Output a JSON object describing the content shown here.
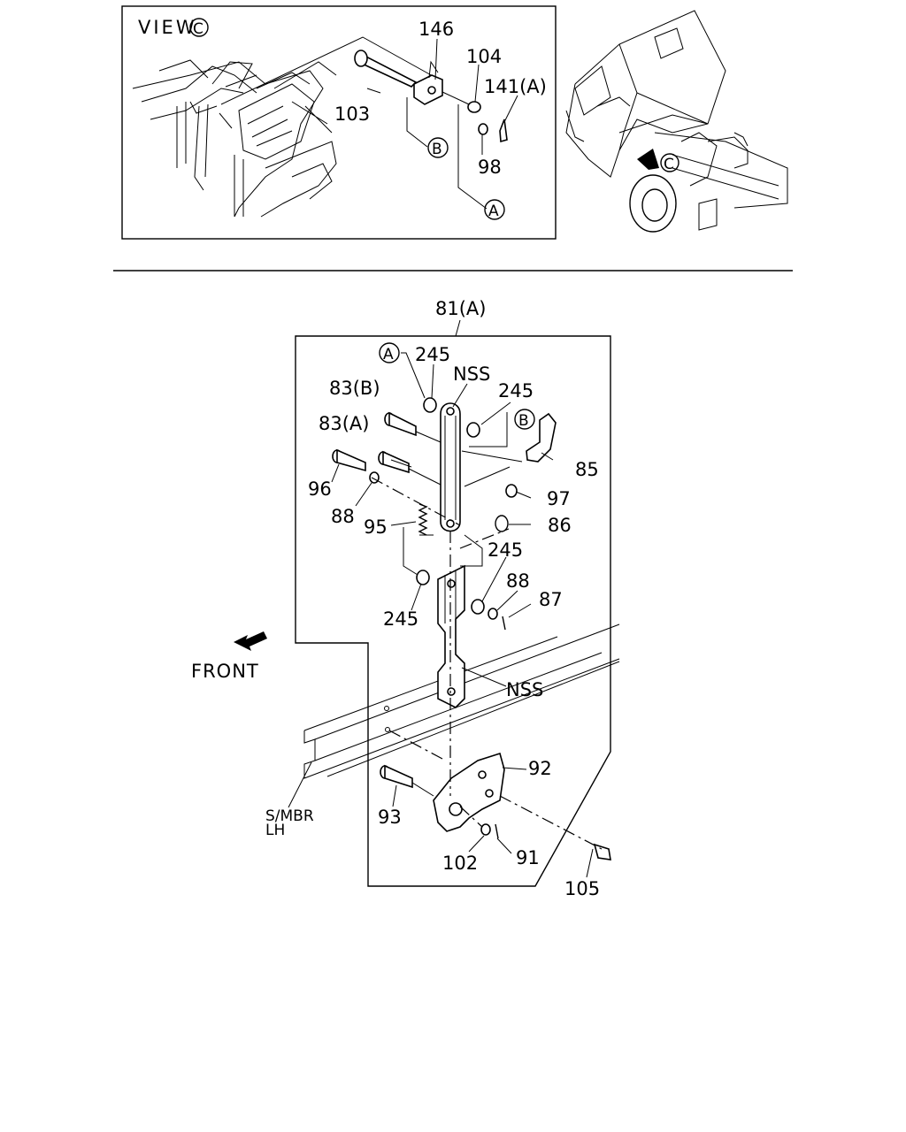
{
  "view_label": "VIEW",
  "view_marker": "C",
  "inset_marker": "C",
  "callouts_top": {
    "p146": "146",
    "p104": "104",
    "p141a": "141(A)",
    "p103": "103",
    "p98": "98",
    "ref_b": "B",
    "ref_a": "A"
  },
  "callouts_main": {
    "p81a": "81(A)",
    "ref_a": "A",
    "p245_top": "245",
    "nss_top": "NSS",
    "p245_right": "245",
    "ref_b": "B",
    "p83b": "83(B)",
    "p83a": "83(A)",
    "p85": "85",
    "p96": "96",
    "p97": "97",
    "p88_left": "88",
    "p95": "95",
    "p86": "86",
    "p245_mid": "245",
    "p88_right": "88",
    "p87": "87",
    "p245_low": "245",
    "nss_low": "NSS",
    "p92": "92",
    "p93": "93",
    "p102": "102",
    "p91": "91",
    "p105": "105"
  },
  "front_label": "FRONT",
  "smbr_label": "S/MBR",
  "lh_label": "LH"
}
